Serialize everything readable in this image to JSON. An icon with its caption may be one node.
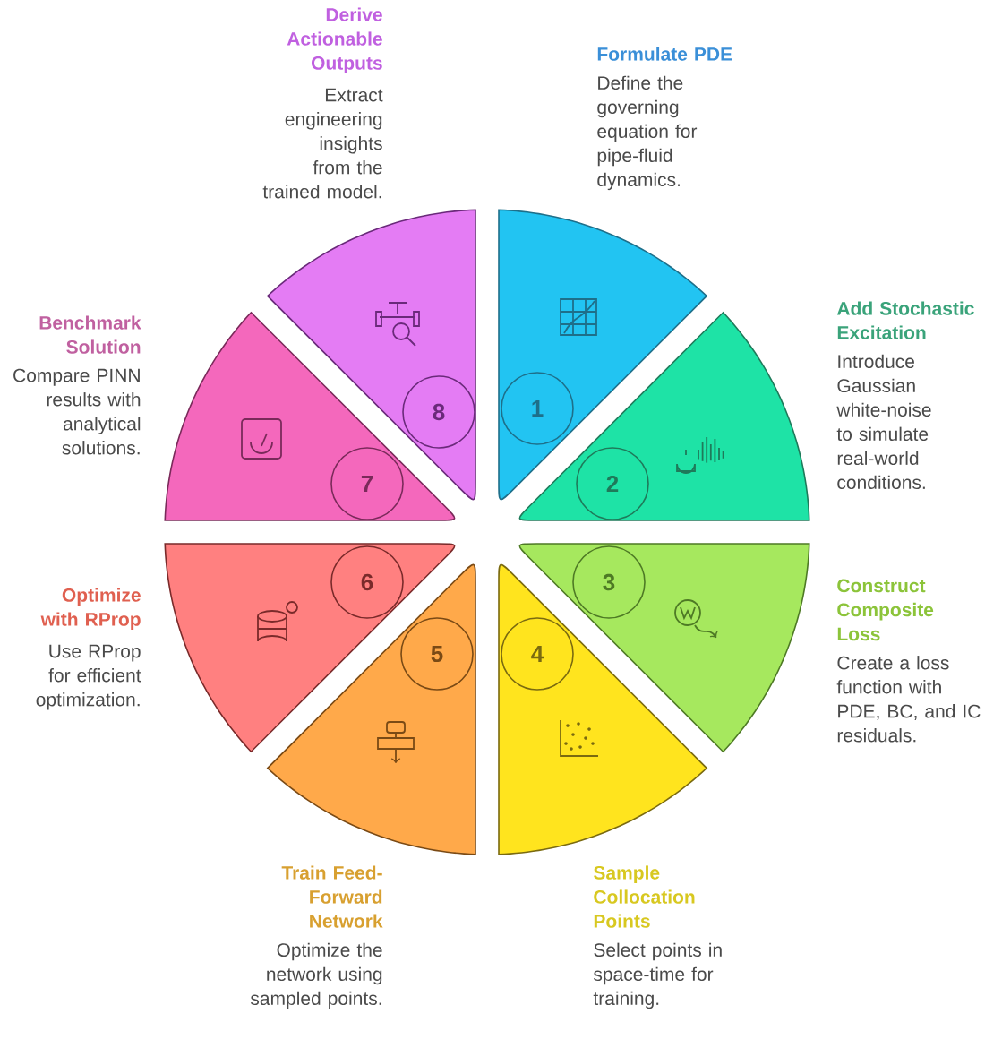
{
  "diagram": {
    "nodes": [
      {
        "text": [
          "1"
        ],
        "beside": [
          "Formulate PDE",
          "Define the governing equation for pipe-fluid dynamics."
        ]
      },
      {
        "text": [
          "2"
        ],
        "beside": [
          "Add Stochastic Excitation",
          "Introduce Gaussian white-noise to simulate real-world conditions."
        ]
      },
      {
        "text": [
          "3"
        ],
        "beside": [
          "Construct Composite Loss",
          "Create a loss function with PDE, BC, and IC residuals."
        ]
      },
      {
        "text": [
          "4"
        ],
        "beside": [
          "Sample Collocation Points",
          "Select points in space-time for training."
        ]
      },
      {
        "text": [
          "5"
        ],
        "beside": [
          "Train Feed-Forward Network",
          "Optimize the network using sampled points."
        ]
      },
      {
        "text": [
          "6"
        ],
        "beside": [
          "Optimize with RProp",
          "Use RProp for efficient optimization."
        ]
      },
      {
        "text": [
          "7"
        ],
        "beside": [
          "Benchmark Solution",
          "Compare PINN results with analytical solutions."
        ]
      },
      {
        "text": [
          "8"
        ],
        "beside": [
          "Derive Actionable Outputs",
          "Extract engineering insights from the trained model."
        ]
      }
    ]
  }
}
